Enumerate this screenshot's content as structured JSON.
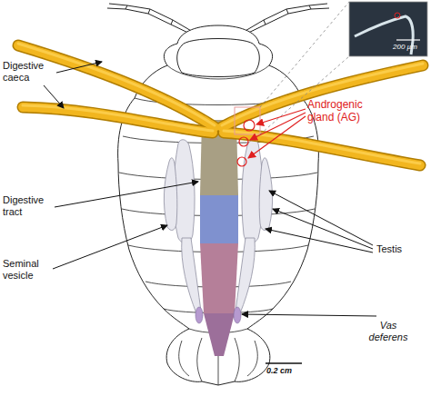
{
  "diagram": {
    "labels": [
      "Digestive caeca",
      "Digestive tract",
      "Seminal vesicle",
      "Androgenic gland (AG)",
      "Testis",
      "Vas deferens",
      "200 µm",
      "0.2 cm"
    ]
  }
}
